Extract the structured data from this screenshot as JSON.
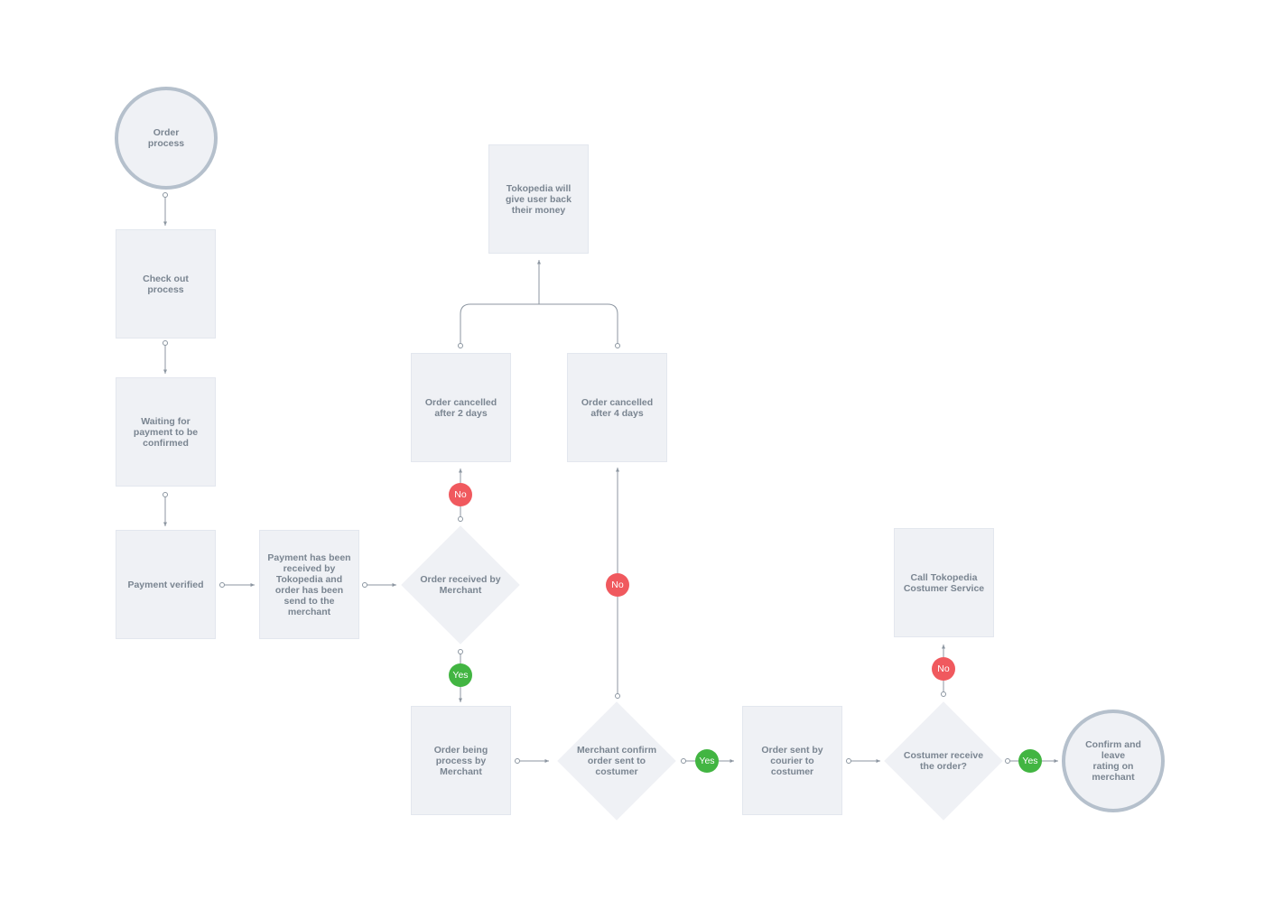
{
  "colors": {
    "node_fill": "#eff1f5",
    "circle_border": "#b5c0cc",
    "text": "#7a8591",
    "connector": "#8c96a1",
    "yes": "#42b542",
    "no": "#f0595e"
  },
  "nodes": {
    "order_process": "Order\nprocess",
    "check_out": "Check out process",
    "waiting_payment": "Waiting for\npayment to be\nconfirmed",
    "payment_verified": "Payment verified",
    "payment_received": "Payment has been\nreceived by\nTokopedia and\norder has been\nsend to the\nmerchant",
    "order_received_merchant": "Order received by\nMerchant",
    "order_cancelled_2": "Order cancelled\nafter 2 days",
    "order_cancelled_4": "Order cancelled\nafter 4 days",
    "refund": "Tokopedia will\ngive user back\ntheir money",
    "order_processing": "Order being\nprocess by\nMerchant",
    "merchant_confirm": "Merchant confirm\norder sent to\ncostumer",
    "order_sent_courier": "Order sent by\ncourier to\ncostumer",
    "customer_receive": "Costumer receive\nthe order?",
    "call_cs": "Call Tokopedia\nCostumer Service",
    "confirm_rating": "Confirm and leave\nrating on\nmerchant"
  },
  "badges": {
    "yes_label": "Yes",
    "no_label": "No"
  }
}
